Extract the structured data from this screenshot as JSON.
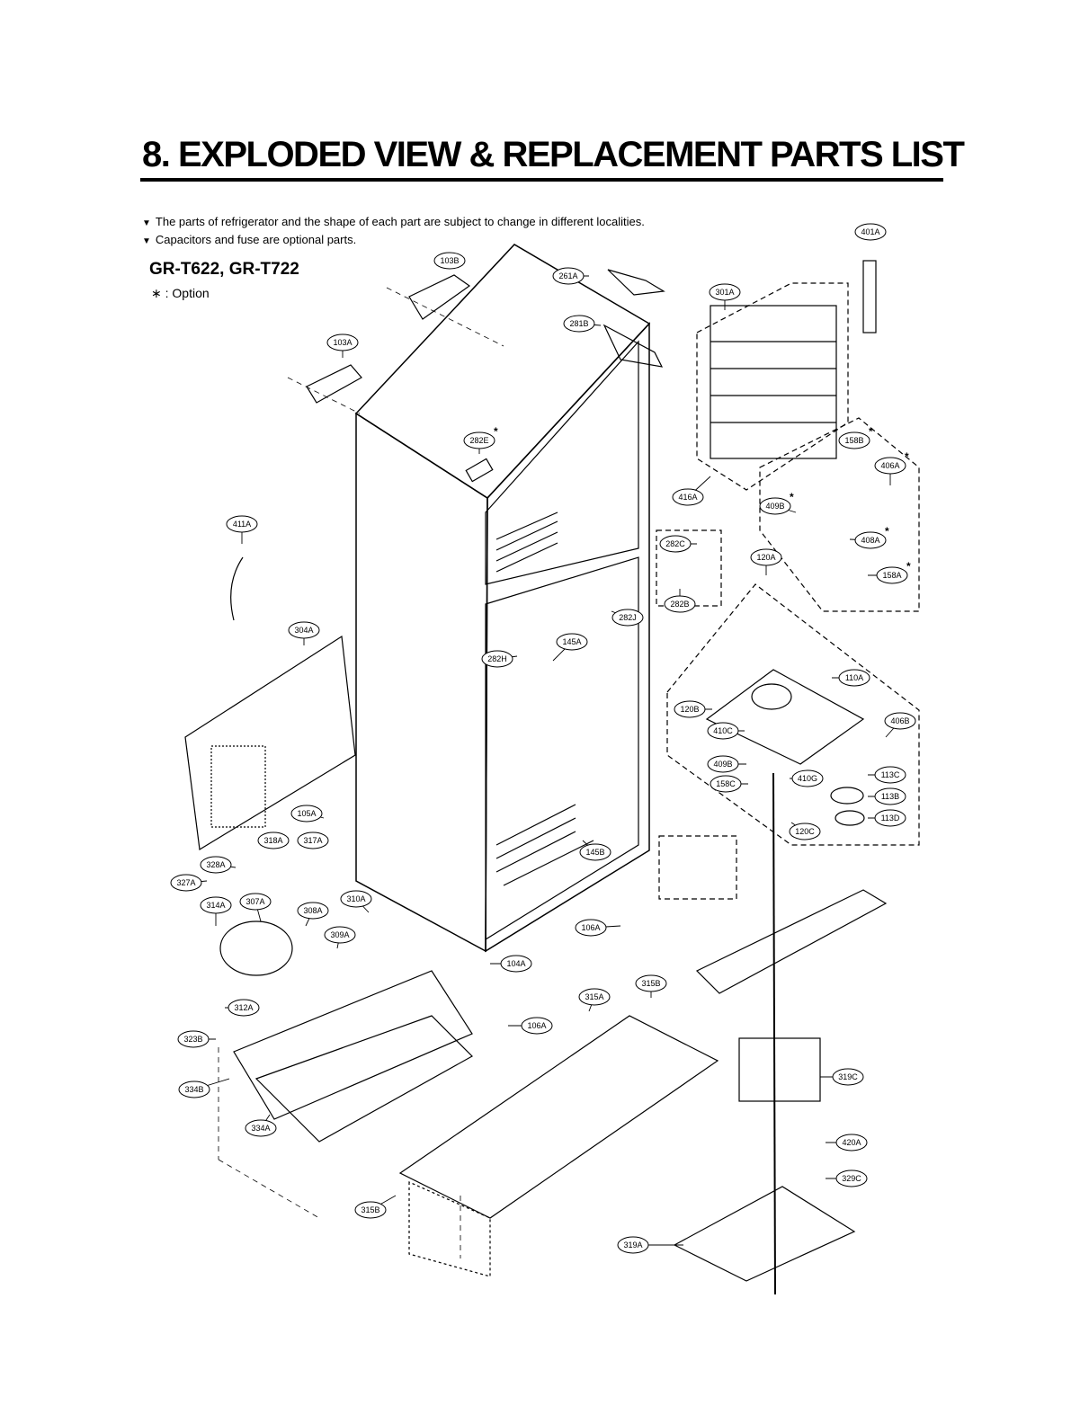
{
  "page": {
    "title": "8. EXPLODED VIEW & REPLACEMENT PARTS LIST",
    "notes": [
      "The parts of refrigerator and the shape of each part are subject to change in different localities.",
      "Capacitors and fuse are optional parts."
    ],
    "note_bullet": "▼",
    "model": "GR-T622, GR-T722",
    "option_legend": "∗ : Option"
  },
  "parts": [
    {
      "id": "401A",
      "star": false
    },
    {
      "id": "103B",
      "star": false
    },
    {
      "id": "261A",
      "star": false
    },
    {
      "id": "301A",
      "star": false
    },
    {
      "id": "281B",
      "star": false
    },
    {
      "id": "103A",
      "star": false
    },
    {
      "id": "282E",
      "star": true
    },
    {
      "id": "158B",
      "star": true
    },
    {
      "id": "406A",
      "star": true
    },
    {
      "id": "416A",
      "star": false
    },
    {
      "id": "409B",
      "star": true
    },
    {
      "id": "408A",
      "star": true
    },
    {
      "id": "411A",
      "star": false
    },
    {
      "id": "282C",
      "star": false
    },
    {
      "id": "120A",
      "star": false
    },
    {
      "id": "158A",
      "star": true
    },
    {
      "id": "282B",
      "star": false
    },
    {
      "id": "282J",
      "star": false
    },
    {
      "id": "304A",
      "star": false
    },
    {
      "id": "145A",
      "star": false
    },
    {
      "id": "282H",
      "star": false
    },
    {
      "id": "110A",
      "star": false
    },
    {
      "id": "120B",
      "star": false
    },
    {
      "id": "410C",
      "star": false
    },
    {
      "id": "406B",
      "star": false
    },
    {
      "id": "409B",
      "star": false
    },
    {
      "id": "410G",
      "star": false
    },
    {
      "id": "113C",
      "star": false
    },
    {
      "id": "158C",
      "star": false
    },
    {
      "id": "113B",
      "star": false
    },
    {
      "id": "113D",
      "star": false
    },
    {
      "id": "120C",
      "star": false
    },
    {
      "id": "105A",
      "star": false
    },
    {
      "id": "318A",
      "star": false
    },
    {
      "id": "317A",
      "star": false
    },
    {
      "id": "145B",
      "star": false
    },
    {
      "id": "328A",
      "star": false
    },
    {
      "id": "327A",
      "star": false
    },
    {
      "id": "314A",
      "star": false
    },
    {
      "id": "307A",
      "star": false
    },
    {
      "id": "310A",
      "star": false
    },
    {
      "id": "308A",
      "star": false
    },
    {
      "id": "309A",
      "star": false
    },
    {
      "id": "106A",
      "star": false
    },
    {
      "id": "104A",
      "star": false
    },
    {
      "id": "315A",
      "star": false
    },
    {
      "id": "315B",
      "star": false
    },
    {
      "id": "312A",
      "star": false
    },
    {
      "id": "106A",
      "star": false
    },
    {
      "id": "323B",
      "star": false
    },
    {
      "id": "319C",
      "star": false
    },
    {
      "id": "334B",
      "star": false
    },
    {
      "id": "334A",
      "star": false
    },
    {
      "id": "420A",
      "star": false
    },
    {
      "id": "329C",
      "star": false
    },
    {
      "id": "315B",
      "star": false
    },
    {
      "id": "319A",
      "star": false
    }
  ]
}
